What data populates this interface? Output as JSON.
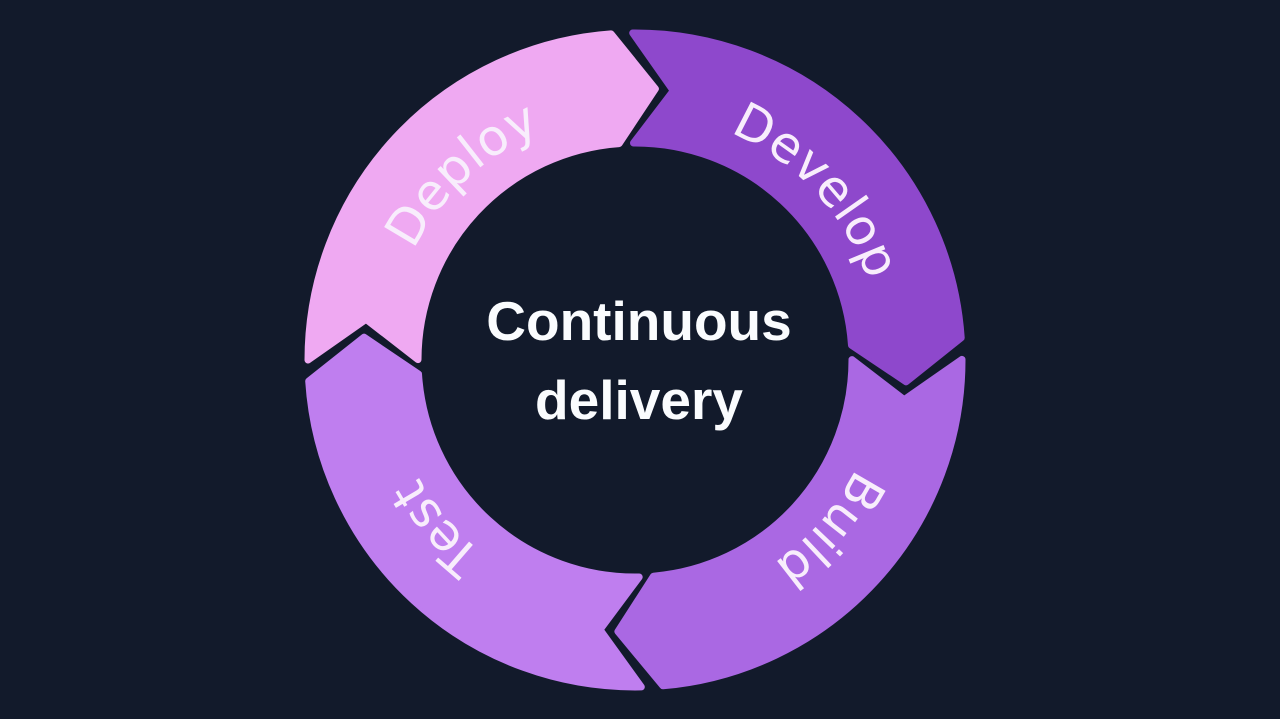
{
  "diagram": {
    "name": "Continuous delivery cycle",
    "background_color": "#121a2b",
    "title": {
      "line1": "Continuous",
      "line2": "delivery",
      "color": "#fafcfe"
    },
    "label_color": "#f8edfc",
    "flow_direction": "clockwise",
    "stages": [
      {
        "label": "Develop",
        "color": "#8e48cc",
        "position": "top-right"
      },
      {
        "label": "Build",
        "color": "#aa68e3",
        "position": "bottom-right"
      },
      {
        "label": "Test",
        "color": "#bf7eef",
        "position": "bottom-left"
      },
      {
        "label": "Deploy",
        "color": "#efa9f2",
        "position": "top-left"
      }
    ]
  }
}
